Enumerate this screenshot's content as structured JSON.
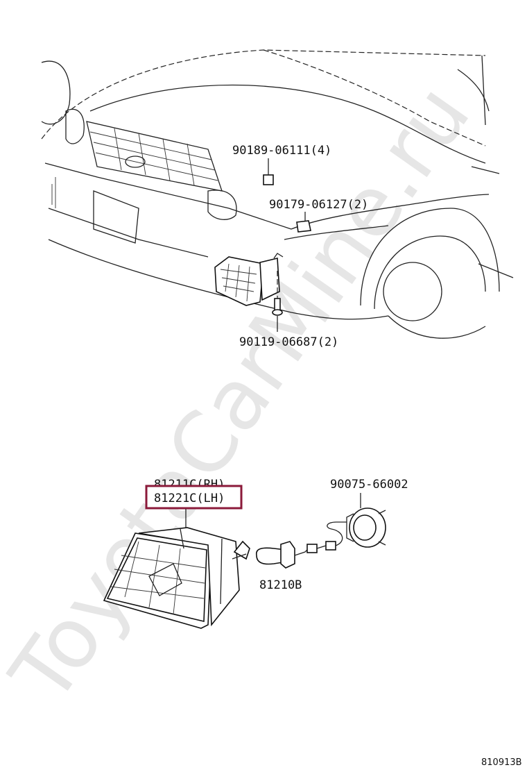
{
  "watermark": "ToyotaCarMine.ru",
  "diagram_code": "810913B",
  "highlight_color": "#8b1a3a",
  "labels": {
    "bolt_top": "90189-06111(4)",
    "clip": "90179-06127(2)",
    "bolt_bottom": "90119-06687(2)",
    "lamp_rh": "81211C(RH)",
    "lamp_lh": "81221C(LH)",
    "socket": "90075-66002",
    "bulb": "81210B"
  }
}
